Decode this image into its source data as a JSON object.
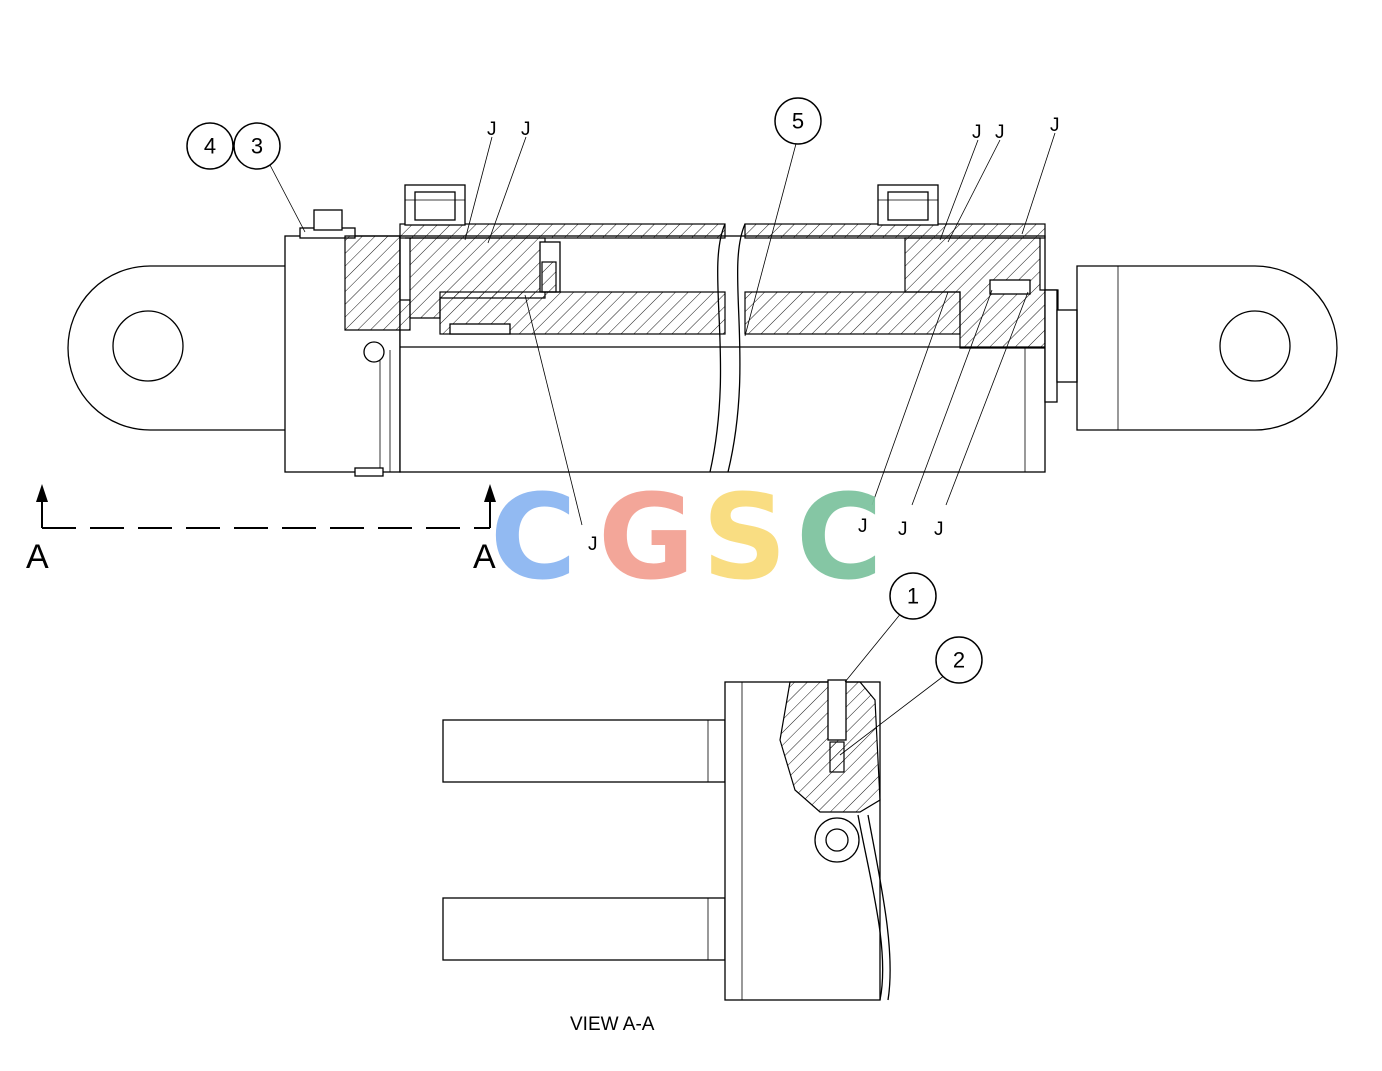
{
  "callouts": {
    "c1": "1",
    "c2": "2",
    "c3": "3",
    "c4": "4",
    "c5": "5"
  },
  "j_label": "J",
  "section_label": "A",
  "view_caption": "VIEW A-A",
  "watermark": {
    "letters": [
      "C",
      "G",
      "S",
      "C"
    ],
    "colors": [
      "#8db7f2",
      "#f3a294",
      "#f9dc7c",
      "#7fc4a0"
    ]
  }
}
